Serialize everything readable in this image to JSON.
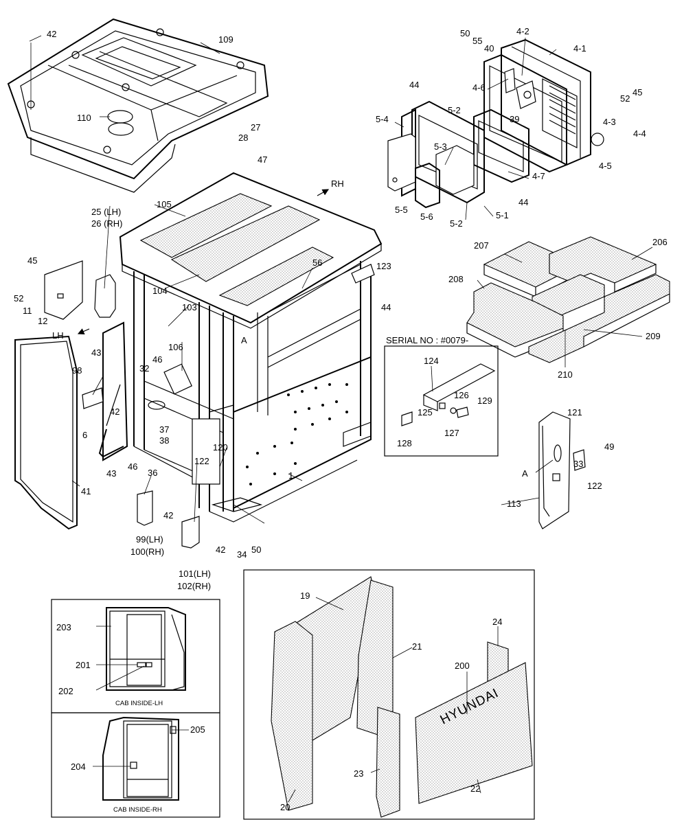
{
  "serial_note": "SERIAL NO : #0079-",
  "brand": "HYUNDAI",
  "inset_lh_caption": "CAB INSIDE-LH",
  "inset_rh_caption": "CAB INSIDE-RH",
  "section_a": "A",
  "directions": {
    "rh": "RH",
    "lh": "LH"
  },
  "callouts": {
    "c42a": "42",
    "c109": "109",
    "c110": "110",
    "c27": "27",
    "c28": "28",
    "c47": "47",
    "c105": "105",
    "c25": "25 (LH)",
    "c26": "26 (RH)",
    "c45a": "45",
    "c52a": "52",
    "c11": "11",
    "c12": "12",
    "c104": "104",
    "c103": "103",
    "c56": "56",
    "c123": "123",
    "c44c": "44",
    "c106": "106",
    "c32": "32",
    "c46a": "46",
    "c43a": "43",
    "c98": "98",
    "c42b": "42",
    "c6": "6",
    "c37": "37",
    "c38": "38",
    "c122a": "122",
    "c120": "120",
    "c46b": "46",
    "c36": "36",
    "c43b": "43",
    "c41": "41",
    "c1": "1",
    "c42c": "42",
    "c99": "99(LH)",
    "c100": "100(RH)",
    "c34": "34",
    "c50b": "50",
    "c42d": "42",
    "c101": "101(LH)",
    "c102": "102(RH)",
    "c50a": "50",
    "c55": "55",
    "c40": "40",
    "c42_": "4-2",
    "c41_": "4-1",
    "c44a": "44",
    "c46_": "4-6",
    "c45b": "45",
    "c52b": "52",
    "c54": "5-4",
    "c52_": "5-2",
    "c53": "5-3",
    "c39": "39",
    "c43_": "4-3",
    "c44_": "4-4",
    "c45_": "4-5",
    "c47_": "4-7",
    "c44b": "44",
    "c55_": "5-5",
    "c56_": "5-6",
    "c52__": "5-2",
    "c51": "5-1",
    "c207": "207",
    "c206": "206",
    "c208": "208",
    "c209": "209",
    "c210": "210",
    "c124": "124",
    "c126": "126",
    "c129": "129",
    "c125": "125",
    "c127": "127",
    "c128": "128",
    "c121": "121",
    "c49": "49",
    "c33": "33",
    "c122b": "122",
    "c113": "113",
    "cA2": "A",
    "c203": "203",
    "c201": "201",
    "c202": "202",
    "c205": "205",
    "c204": "204",
    "c19": "19",
    "c21": "21",
    "c24": "24",
    "c200": "200",
    "c20": "20",
    "c23": "23",
    "c22": "22"
  }
}
